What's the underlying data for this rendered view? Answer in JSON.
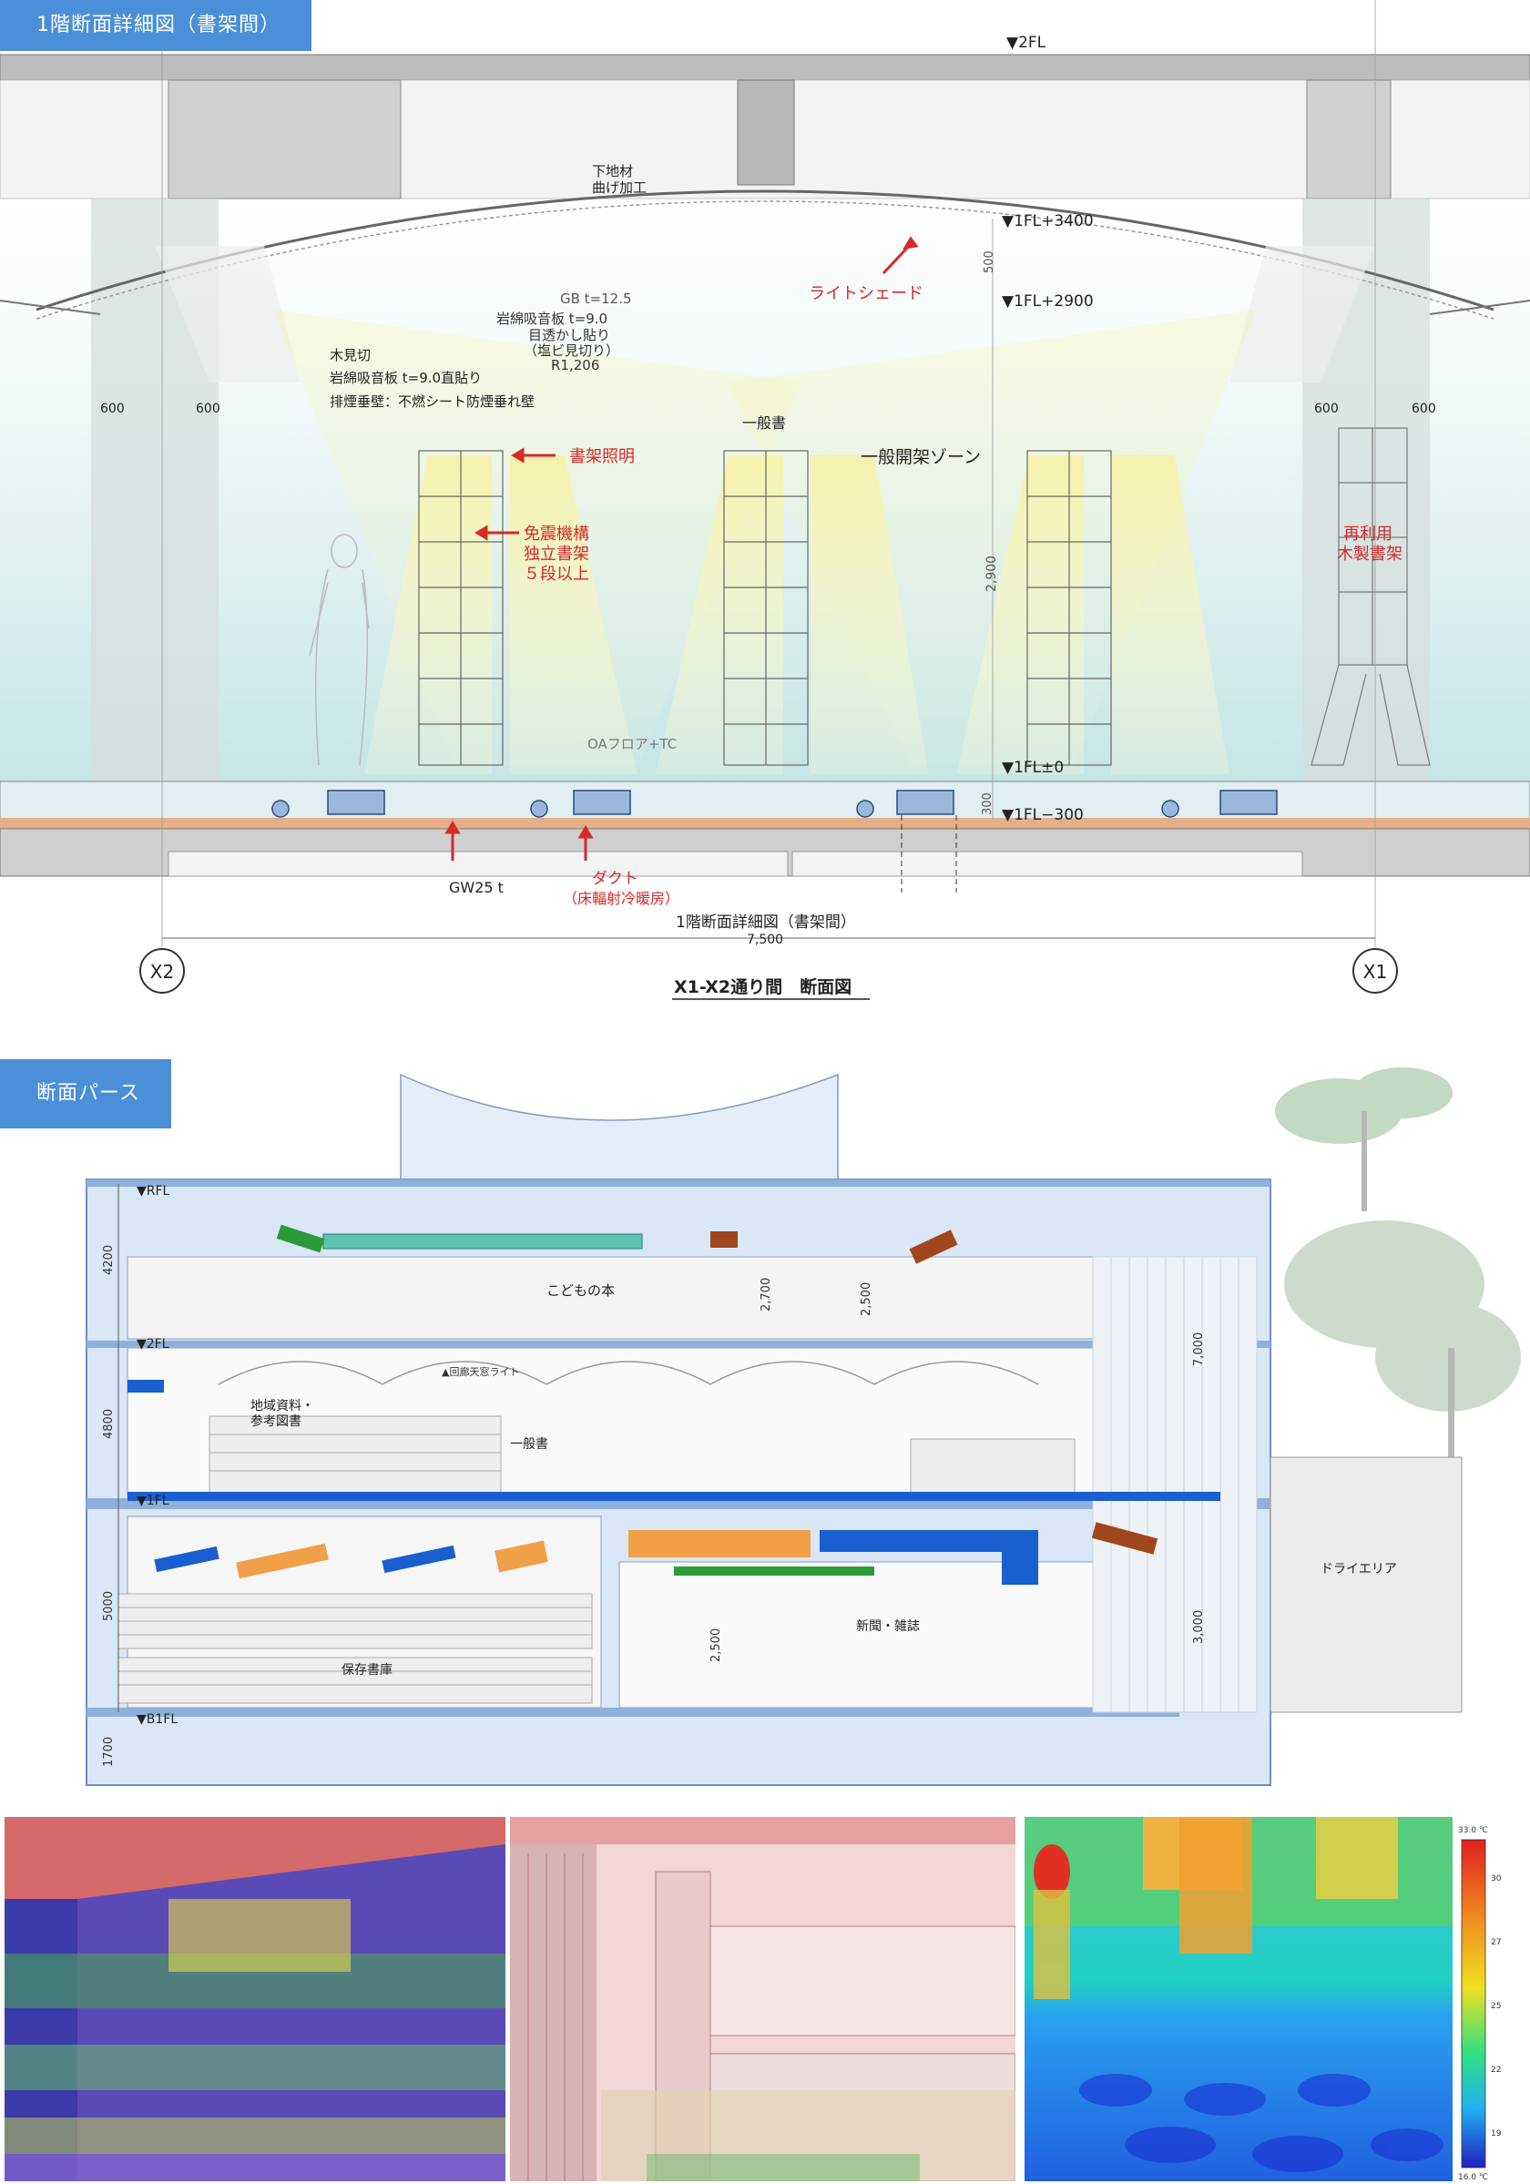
{
  "sections": {
    "detail_tag": "1階断面詳細図（書架間）",
    "perspective_tag": "断面パース"
  },
  "detail": {
    "level_2fl": "▼2FL",
    "level_3400": "▼1FL+3400",
    "level_2900": "▼1FL+2900",
    "level_1fl": "▼1FL±0",
    "level_m300": "▼1FL−300",
    "note_bending": [
      "下地材",
      "曲げ加工"
    ],
    "gb": "GB t=12.5",
    "rockwool_1": "岩綿吸音板 t=9.0",
    "rockwool_2": "目透かし貼り",
    "rockwool_3": "（塩ビ見切り）",
    "radius": "R1,206",
    "wood_edge": "木見切",
    "rockwool_direct": "岩綿吸音板 t=9.0直貼り",
    "smoke_wall": "排煙垂壁：不燃シート防煙垂れ壁",
    "light_shade": "ライトシェード",
    "shelf_light": "書架照明",
    "seismic_1": "免震機構",
    "seismic_2": "独立書架",
    "seismic_3": "５段以上",
    "general_books": "一般書",
    "open_zone": "一般開架ゾーン",
    "reused_1": "再利用",
    "reused_2": "木製書架",
    "oa_floor": "OAフロア+TC",
    "gw": "GW25 t",
    "duct_1": "ダクト",
    "duct_2": "（床輻射冷暖房）",
    "dim_600_a": "600",
    "dim_600_b": "600",
    "dim_600_c": "600",
    "dim_600_d": "600",
    "dim_500": "500",
    "dim_2900": "2,900",
    "dim_300": "300",
    "span_title": "1階断面詳細図（書架間）",
    "span_dim": "7,500",
    "grid_left": "X2",
    "grid_right": "X1",
    "drawing_title": "X1-X2通り間　断面図"
  },
  "perspective": {
    "rfl": "▼RFL",
    "fl2": "▼2FL",
    "fl1": "▼1FL",
    "b1fl": "▼B1FL",
    "dim_4200": "4200",
    "dim_4800": "4800",
    "dim_5000": "5000",
    "dim_1700": "1700",
    "dim_2700": "2,700",
    "dim_2500_a": "2,500",
    "dim_7000": "7,000",
    "dim_2500_b": "2,500",
    "dim_3000": "3,000",
    "kids_books": "こどもの本",
    "local_1": "地域資料・",
    "local_2": "参考図書",
    "general": "一般書",
    "toplight": "▲回廊天窓ライト",
    "dry_area": "ドライエリア",
    "newspaper": "新聞・雑誌",
    "storage": "保存書庫"
  },
  "legend": {
    "max": "33.0 ℃",
    "min": "16.0 ℃",
    "ticks": [
      "30",
      "27",
      "25",
      "22",
      "19"
    ]
  },
  "colors": {
    "accent": "#4a8fd8",
    "annotation_red": "#d42a2a",
    "duct_orange": "#f0a048",
    "duct_blue": "#1a5fd0",
    "duct_green": "#2a9a3a",
    "duct_cyan": "#5cc4b0",
    "duct_brown": "#a0461c"
  }
}
